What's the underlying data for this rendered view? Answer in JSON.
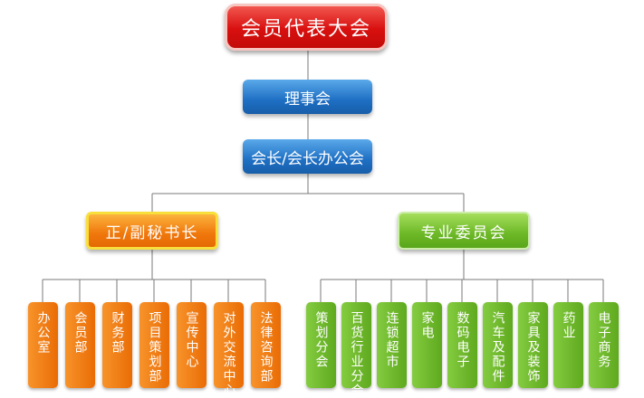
{
  "top": "会员代表大会",
  "council": "理事会",
  "president_office": "会长/会长办公会",
  "left_branch": {
    "label": "正/副秘书长",
    "depts": [
      "办公室",
      "会员部",
      "财务部",
      "项目策划部",
      "宣传中心",
      "对外交流中心",
      "法律咨询部"
    ]
  },
  "right_branch": {
    "label": "专业委员会",
    "depts": [
      "策划分会",
      "百货行业分会",
      "连锁超市",
      "家电",
      "数码电子",
      "汽车及配件",
      "家具及装饰",
      "药业",
      "电子商务"
    ]
  },
  "colors": {
    "red": "#d8100f",
    "blue": "#1e6fc4",
    "orange": "#f0770c",
    "green": "#6cb826",
    "line": "#7a7a7a"
  }
}
